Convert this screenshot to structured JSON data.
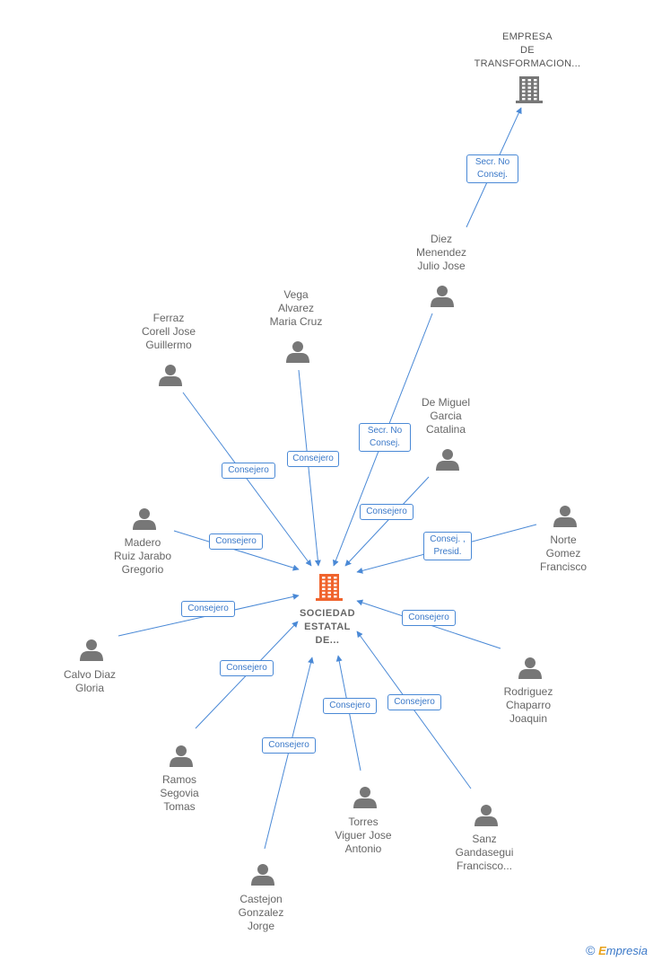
{
  "colors": {
    "edge": "#4a89d6",
    "person_icon": "#777777",
    "main_company": "#f0642d",
    "other_company": "#777777"
  },
  "center": {
    "name": "SOCIEDAD\nESTATAL\nDE..."
  },
  "top_company": {
    "name": "EMPRESA\nDE\nTRANSFORMACION...",
    "relation": "Secr.  No\nConsej."
  },
  "persons": [
    {
      "id": "diez",
      "name": "Diez\nMenendez\nJulio Jose",
      "relation": "Secr.  No\nConsej."
    },
    {
      "id": "vega",
      "name": "Vega\nAlvarez\nMaria Cruz",
      "relation": "Consejero"
    },
    {
      "id": "ferraz",
      "name": "Ferraz\nCorell Jose\nGuillermo",
      "relation": "Consejero"
    },
    {
      "id": "demiguel",
      "name": "De Miguel\nGarcia\nCatalina",
      "relation": "Consejero"
    },
    {
      "id": "madero",
      "name": "Madero\nRuiz Jarabo\nGregorio",
      "relation": "Consejero"
    },
    {
      "id": "norte",
      "name": "Norte\nGomez\nFrancisco",
      "relation": "Consej. ,\nPresid."
    },
    {
      "id": "calvo",
      "name": "Calvo Diaz\nGloria",
      "relation": "Consejero"
    },
    {
      "id": "rodriguez",
      "name": "Rodriguez\nChaparro\nJoaquin",
      "relation": "Consejero"
    },
    {
      "id": "ramos",
      "name": "Ramos\nSegovia\nTomas",
      "relation": "Consejero"
    },
    {
      "id": "torres",
      "name": "Torres\nViguer Jose\nAntonio",
      "relation": "Consejero"
    },
    {
      "id": "sanz",
      "name": "Sanz\nGandasegui\nFrancisco...",
      "relation": "Consejero"
    },
    {
      "id": "castejon",
      "name": "Castejon\nGonzalez\nJorge",
      "relation": "Consejero"
    }
  ],
  "footer": {
    "symbol": "©",
    "brand_first": "E",
    "brand_rest": "mpresia"
  }
}
